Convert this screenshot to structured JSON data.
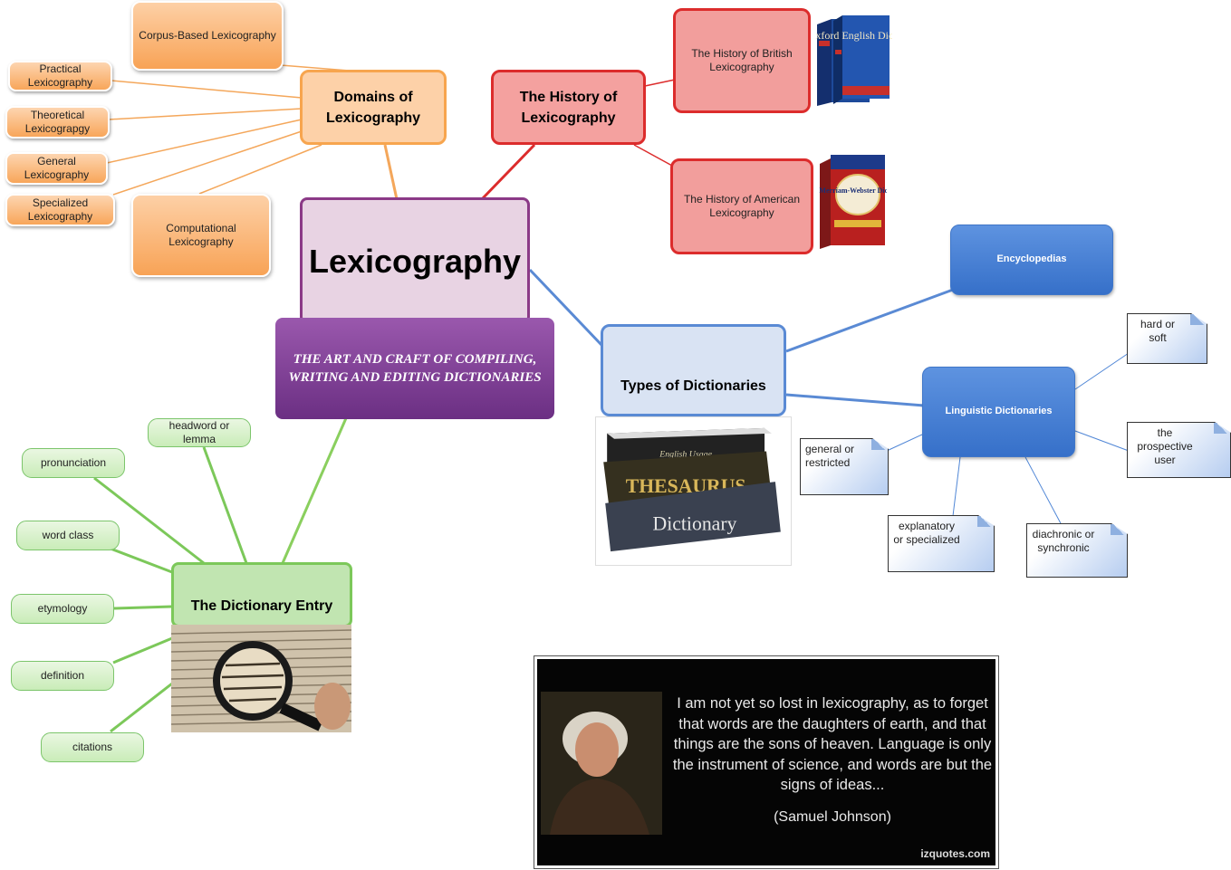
{
  "center": {
    "title": "Lexicography",
    "definition": "THE ART AND CRAFT OF COMPILING, WRITING AND EDITING DICTIONARIES"
  },
  "domains": {
    "title": "Domains of Lexicography",
    "items": [
      "Corpus-Based Lexicography",
      "Practical Lexicography",
      "Theoretical Lexicograpgy",
      "General Lexicography",
      "Specialized Lexicography",
      "Computational Lexicography"
    ]
  },
  "history": {
    "title": "The History of Lexicography",
    "items": [
      "The History of British Lexicography",
      "The History of American Lexicography"
    ],
    "book_covers": {
      "oxford": "Oxford English Dictionary",
      "webster": "The Merriam-Webster Dictionary"
    }
  },
  "types": {
    "title": "Types of Dictionaries",
    "encyclopedias": "Encyclopedias",
    "linguistic": "Linguistic Dictionaries",
    "criteria": [
      "hard or soft",
      "the prospective user",
      "general or restricted",
      "explanatory or specialized",
      "diachronic or synchronic"
    ],
    "book_spines": [
      "English Usage",
      "THESAURUS",
      "Dictionary"
    ]
  },
  "entry": {
    "title": "The Dictionary Entry",
    "components": [
      "headword or lemma",
      "pronunciation",
      "word class",
      "etymology",
      "definition",
      "citations"
    ]
  },
  "quote": {
    "text": "I am not yet so lost in lexicography, as to forget that words are the daughters of earth, and that things are the sons of heaven. Language is only the instrument of science, and words are but the signs of ideas...",
    "author": "(Samuel Johnson)",
    "source": "izquotes.com"
  },
  "colors": {
    "orange": "#f8a356",
    "red": "#dc2c2c",
    "purple": "#8b3a87",
    "blue": "#5a8ad4",
    "green": "#7cc85a"
  }
}
